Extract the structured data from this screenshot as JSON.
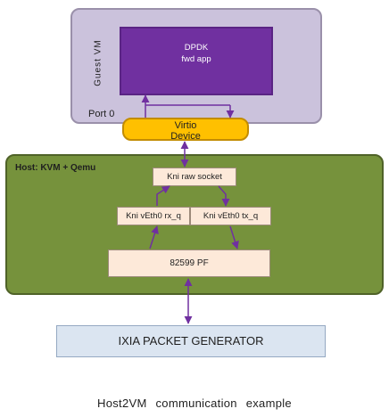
{
  "guest_vm": {
    "label": "Guest VM"
  },
  "dpdk_app": {
    "line1": "DPDK",
    "line2": "fwd app"
  },
  "port": {
    "label": "Port 0"
  },
  "virtio": {
    "line1": "Virtio",
    "line2": "Device"
  },
  "host": {
    "label": "Host: KVM + Qemu"
  },
  "kni_socket": {
    "label": "Kni raw socket"
  },
  "kni_rx": {
    "label": "Kni vEth0 rx_q"
  },
  "kni_tx": {
    "label": "Kni vEth0 tx_q"
  },
  "pf": {
    "label": "82599 PF"
  },
  "ixia": {
    "label": "IXIA PACKET GENERATOR"
  },
  "caption": "Host2VM communication example",
  "colors": {
    "guest_vm": "#cbc2dc",
    "dpdk_app": "#7030a0",
    "virtio": "#ffc000",
    "host": "#76923c",
    "component": "#fde9d9",
    "ixia": "#dbe5f1",
    "arrow": "#7030a0"
  }
}
